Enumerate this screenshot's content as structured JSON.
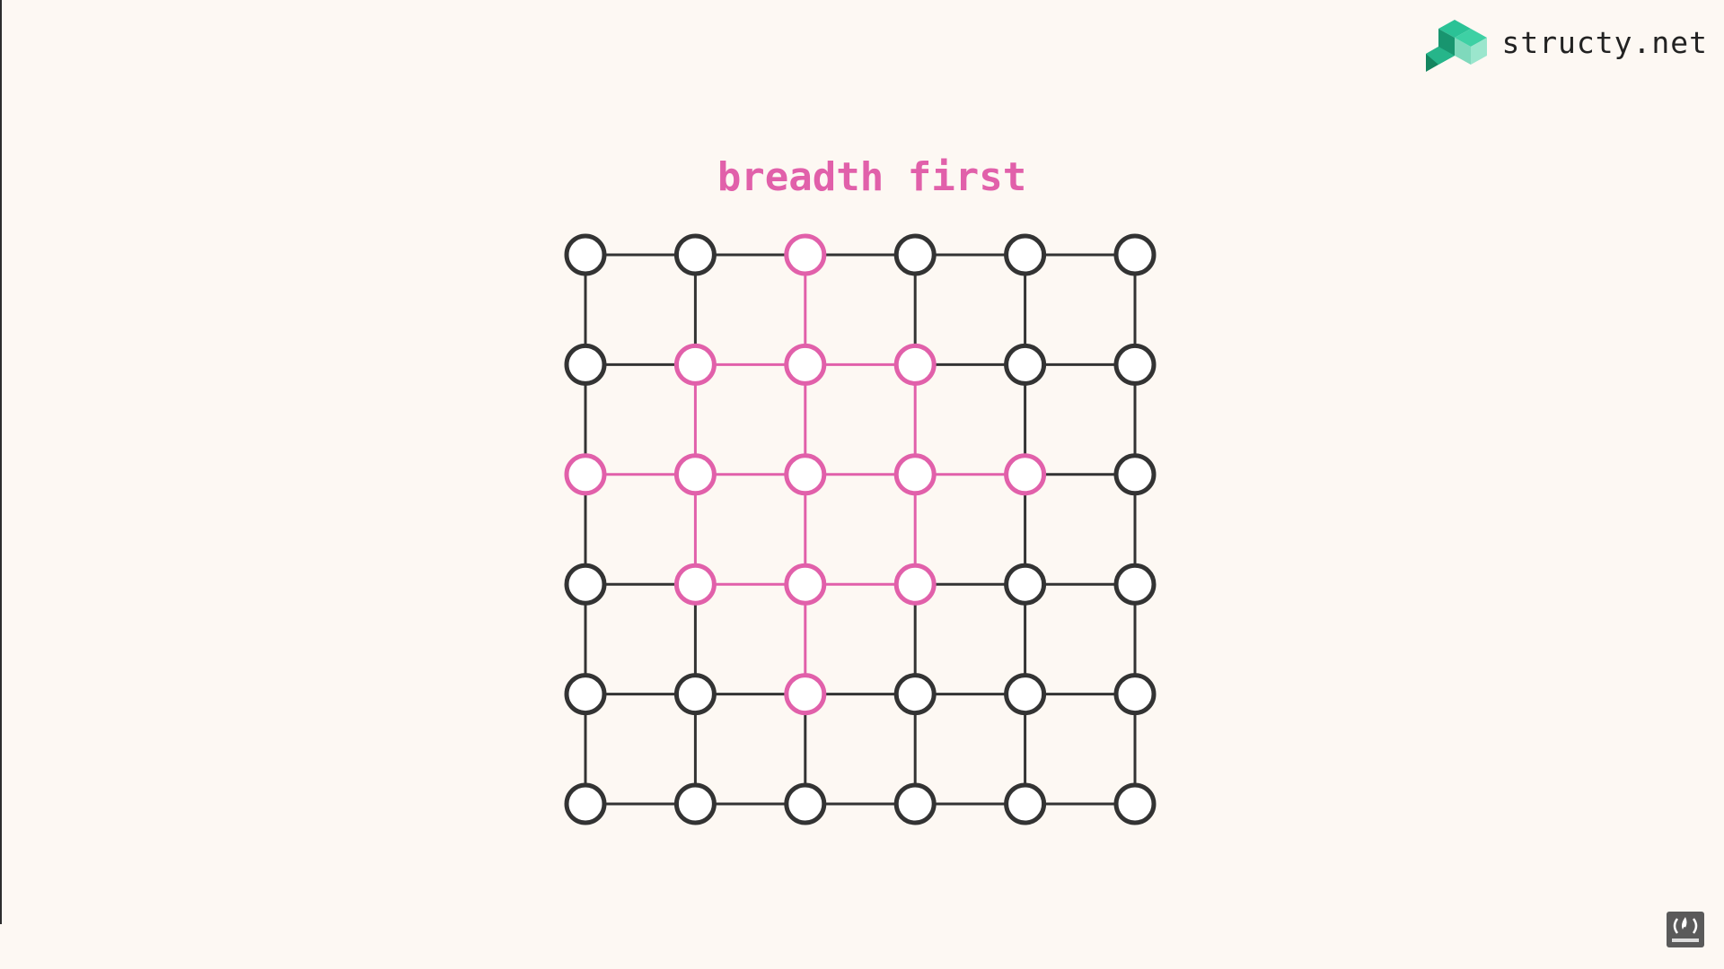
{
  "brand": {
    "name": "structy.net",
    "logo_icon": "stacked-cubes-logo-icon"
  },
  "diagram": {
    "title": "breadth first",
    "rows": 6,
    "cols": 6,
    "colors": {
      "visited": "#e160aa",
      "unvisited": "#333333",
      "node_fill": "#ffffff",
      "background": "#fdf8f3"
    },
    "visited_nodes": [
      [
        0,
        2
      ],
      [
        1,
        1
      ],
      [
        1,
        2
      ],
      [
        1,
        3
      ],
      [
        2,
        0
      ],
      [
        2,
        1
      ],
      [
        2,
        2
      ],
      [
        2,
        3
      ],
      [
        2,
        4
      ],
      [
        3,
        1
      ],
      [
        3,
        2
      ],
      [
        3,
        3
      ],
      [
        4,
        2
      ]
    ]
  },
  "corner_badge": {
    "icon": "subscribe-badge-icon"
  }
}
